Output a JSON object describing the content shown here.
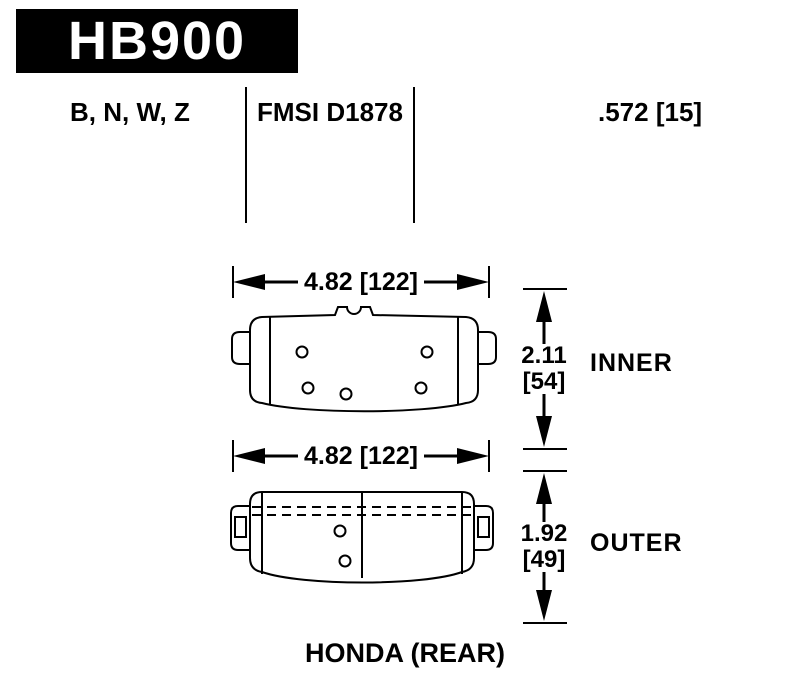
{
  "part_number": "HB900",
  "spec_header": {
    "compounds": "B, N, W, Z",
    "fmsi": "FMSI D1878",
    "pad_thickness": ".572 [15]"
  },
  "inner_pad": {
    "label": "INNER",
    "width": "4.82 [122]",
    "height_value": "2.11",
    "height_bracket": "[54]"
  },
  "outer_pad": {
    "label": "OUTER",
    "width": "4.82 [122]",
    "height_value": "1.92",
    "height_bracket": "[49]"
  },
  "application": "HONDA (REAR)"
}
